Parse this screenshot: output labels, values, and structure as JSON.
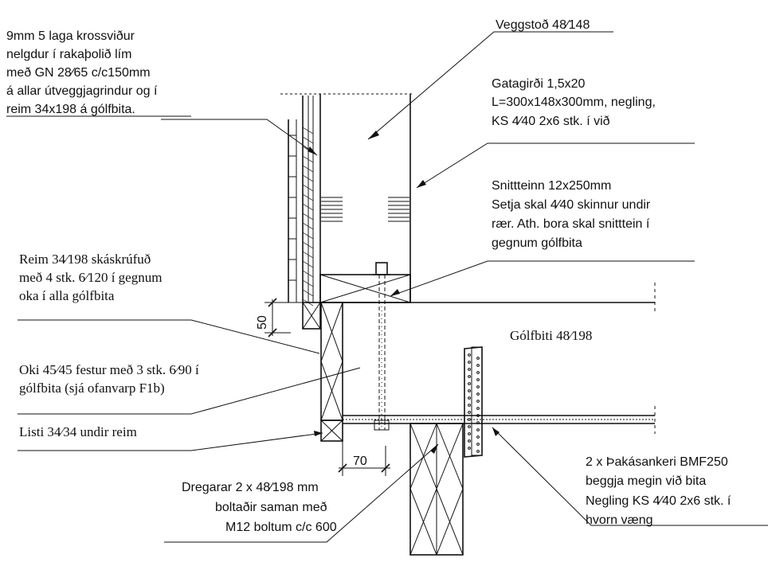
{
  "labels": {
    "plywood": {
      "l1": "9mm 5 laga krossviður",
      "l2": "nelgdur í rakaþolið lím",
      "l3a": "með GN ",
      "l3f": "28⁄65",
      "l3b": " c/c150mm",
      "l4": "á allar útveggjagrindur og í",
      "l5": "reim 34x198 á gólfbita."
    },
    "stud": {
      "a": "Veggstoð ",
      "f": "48⁄148"
    },
    "gatagirdi": {
      "l1": "Gatagirði 1,5x20",
      "l2": "L=300x148x300mm, negling,",
      "l3a": "KS ",
      "l3f": "4⁄40",
      "l3b": "  2x6 stk. í við"
    },
    "snitt": {
      "l1": "Snittteinn 12x250mm",
      "l2a": "Setja skal ",
      "l2f": "4⁄40",
      "l2b": "  skinnur undir",
      "l3": "rær. Ath. bora skal snitttein í",
      "l4": "gegnum gólfbita"
    },
    "reim": {
      "l1a": "Reim ",
      "l1f": "34⁄198",
      "l1b": " skáskrúfuð",
      "l2a": "með 4 stk. ",
      "l2f": "6⁄120",
      "l2b": " í gegnum",
      "l3": "oka í alla gólfbita"
    },
    "dim50": "50",
    "golfbiti": {
      "a": "Gólfbiti ",
      "f": "48⁄198"
    },
    "oki": {
      "l1a": "Oki ",
      "l1f": "45⁄45",
      "l1b": " festur með 3 stk. ",
      "l1g": "6⁄90",
      "l1c": " í",
      "l2": "gólfbita (sjá ofanvarp F1b)"
    },
    "listi": {
      "a": "Listi ",
      "f": "34⁄34",
      "b": " undir reim"
    },
    "dim70": "70",
    "dregarar": {
      "l1a": "Dregarar 2 x ",
      "l1f": "48⁄198",
      "l1b": " mm",
      "l2": "boltaðir saman með",
      "l3": "M12 boltum c/c 600"
    },
    "bmf": {
      "l1": "2 x Þakásankeri BMF250",
      "l2": "beggja megin við bita",
      "l3a": "Negling KS ",
      "l3f": "4⁄40",
      "l3b": " 2x6 stk. í",
      "l4": "hvorn væng"
    }
  }
}
